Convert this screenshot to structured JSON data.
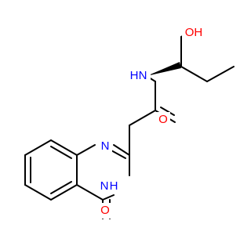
{
  "structure": {
    "labels": {
      "oh": "OH",
      "amide_nh": "N",
      "amide_h": "H",
      "amide_o": "O",
      "ring_n_top": "N",
      "ring_n_bottom": "N",
      "ring_n_bottom_h": "H",
      "ketone_o": "O"
    },
    "colors": {
      "carbon_bond": "#000000",
      "oxygen": "#ff0000",
      "nitrogen": "#0000ff",
      "background": "#ffffff"
    }
  }
}
